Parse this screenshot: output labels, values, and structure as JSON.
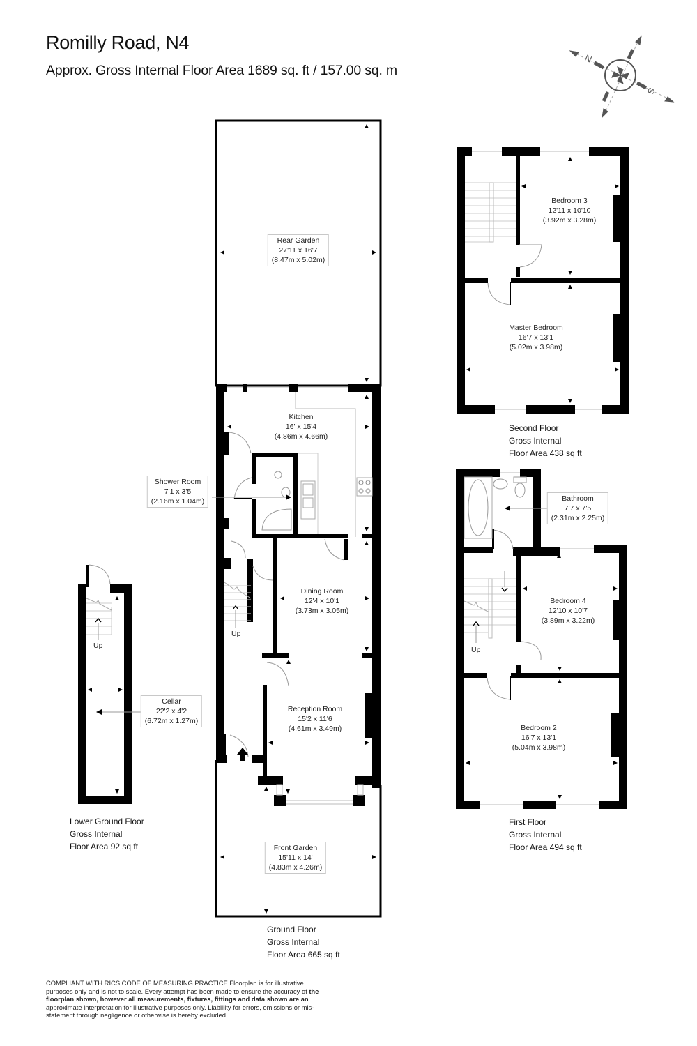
{
  "header": {
    "title": "Romilly Road, N4",
    "subtitle": "Approx. Gross Internal Floor Area 1689 sq. ft / 157.00 sq. m"
  },
  "compass": {
    "icon": "compass-rose-icon",
    "north_label": "N",
    "south_label": "S"
  },
  "floors": {
    "ground": {
      "caption_line1": "Ground Floor",
      "caption_line2": "Gross Internal",
      "caption_line3": "Floor Area 665 sq ft",
      "up_label": "Up",
      "rooms": {
        "rear_garden": {
          "name": "Rear Garden",
          "imperial": "27'11 x 16'7",
          "metric": "(8.47m x 5.02m)"
        },
        "kitchen": {
          "name": "Kitchen",
          "imperial": "16' x 15'4",
          "metric": "(4.86m x 4.66m)"
        },
        "shower_room": {
          "name": "Shower Room",
          "imperial": "7'1 x 3'5",
          "metric": "(2.16m x 1.04m)"
        },
        "dining_room": {
          "name": "Dining Room",
          "imperial": "12'4 x 10'1",
          "metric": "(3.73m x 3.05m)"
        },
        "reception_room": {
          "name": "Reception Room",
          "imperial": "15'2 x 11'6",
          "metric": "(4.61m x 3.49m)"
        },
        "front_garden": {
          "name": "Front Garden",
          "imperial": "15'11 x 14'",
          "metric": "(4.83m x 4.26m)"
        }
      }
    },
    "lower_ground": {
      "caption_line1": "Lower Ground Floor",
      "caption_line2": "Gross Internal",
      "caption_line3": "Floor Area 92 sq ft",
      "up_label": "Up",
      "rooms": {
        "cellar": {
          "name": "Cellar",
          "imperial": "22'2 x 4'2",
          "metric": "(6.72m x 1.27m)"
        }
      }
    },
    "second": {
      "caption_line1": "Second Floor",
      "caption_line2": "Gross Internal",
      "caption_line3": "Floor Area 438 sq ft",
      "rooms": {
        "bedroom_3": {
          "name": "Bedroom 3",
          "imperial": "12'11 x 10'10",
          "metric": "(3.92m x 3.28m)"
        },
        "master_bedroom": {
          "name": "Master Bedroom",
          "imperial": "16'7 x 13'1",
          "metric": "(5.02m x 3.98m)"
        }
      }
    },
    "first": {
      "caption_line1": "First Floor",
      "caption_line2": "Gross Internal",
      "caption_line3": "Floor Area 494 sq ft",
      "up_label": "Up",
      "rooms": {
        "bathroom": {
          "name": "Bathroom",
          "imperial": "7'7 x 7'5",
          "metric": "(2.31m x 2.25m)"
        },
        "bedroom_4": {
          "name": "Bedroom 4",
          "imperial": "12'10 x 10'7",
          "metric": "(3.89m x 3.22m)"
        },
        "bedroom_2": {
          "name": "Bedroom 2",
          "imperial": "16'7 x 13'1",
          "metric": "(5.04m x 3.98m)"
        }
      }
    }
  },
  "disclaimer": {
    "part1": "COMPLIANT WITH RICS CODE OF MEASURING PRACTICE  Floorplan is for illustrative purposes only and is not to scale. Every attempt has been made to ensure the accuracy of ",
    "part2_bold": "the floorplan shown, however all measurements, fixtures, fittings and data shown are an",
    "part3": " approximate interpretation for illustrative purposes only. Liablility for errors, omissions or mis-statement through negligence or otherwise is hereby excluded."
  },
  "colors": {
    "wall": "#000000",
    "label_border": "#c8c8c8",
    "fixture_line": "#9a9a9a",
    "compass_gray": "#555555"
  }
}
